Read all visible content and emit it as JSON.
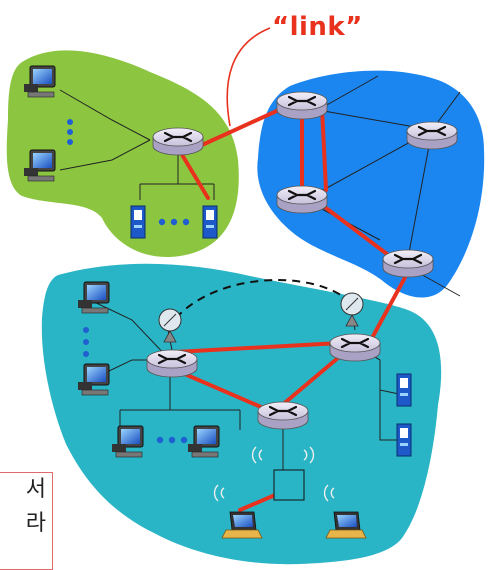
{
  "diagram": {
    "link_label": "“link”",
    "text_fragment": [
      "서",
      "라"
    ],
    "colors": {
      "subnet_green": "#8cc641",
      "subnet_blue": "#1c86f0",
      "subnet_teal": "#2ab5c6",
      "link_red": "#e8321e",
      "router_fill": "#dcd7e8",
      "device_blue": "#1f5fd0"
    },
    "icons": [
      "router-icon",
      "desktop-computer-icon",
      "server-icon",
      "laptop-icon",
      "satellite-dish-icon",
      "wireless-access-point-icon",
      "ellipsis-dots-icon"
    ]
  }
}
